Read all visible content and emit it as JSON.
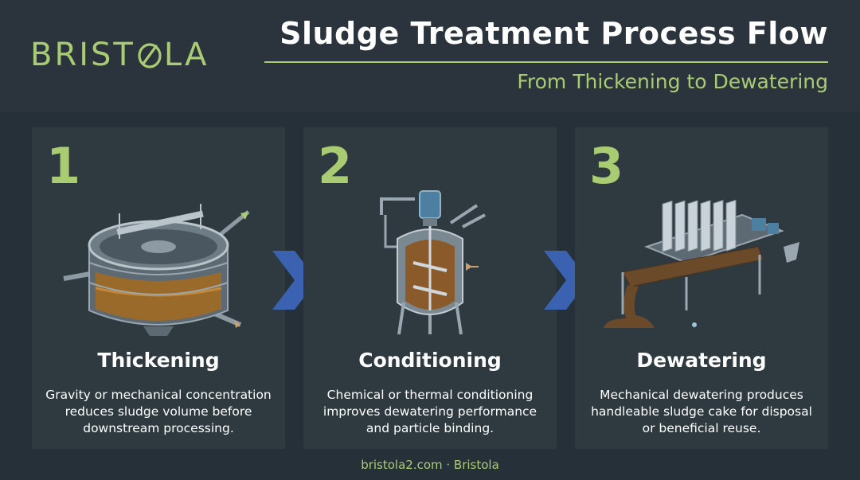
{
  "logo": {
    "left_text": "BRIST",
    "right_text": "LA",
    "full": "BRISTOLA"
  },
  "header": {
    "title": "Sludge Treatment Process Flow",
    "subtitle": "From Thickening to Dewatering"
  },
  "colors": {
    "accent": "#a9cc73",
    "arrow": "#3b62b0",
    "card": "#2f3a40",
    "background": "#263038"
  },
  "steps": [
    {
      "number": "1",
      "title": "Thickening",
      "description": "Gravity or mechanical concentration reduces sludge volume before downstream processing.",
      "icon": "thickener-tank-icon"
    },
    {
      "number": "2",
      "title": "Conditioning",
      "description": "Chemical or thermal conditioning improves dewatering performance and particle binding.",
      "icon": "conditioning-reactor-icon"
    },
    {
      "number": "3",
      "title": "Dewatering",
      "description": "Mechanical dewatering produces handleable sludge cake for disposal or beneficial reuse.",
      "icon": "filter-press-icon"
    }
  ],
  "footer": {
    "text": "bristola2.com · Bristola"
  }
}
